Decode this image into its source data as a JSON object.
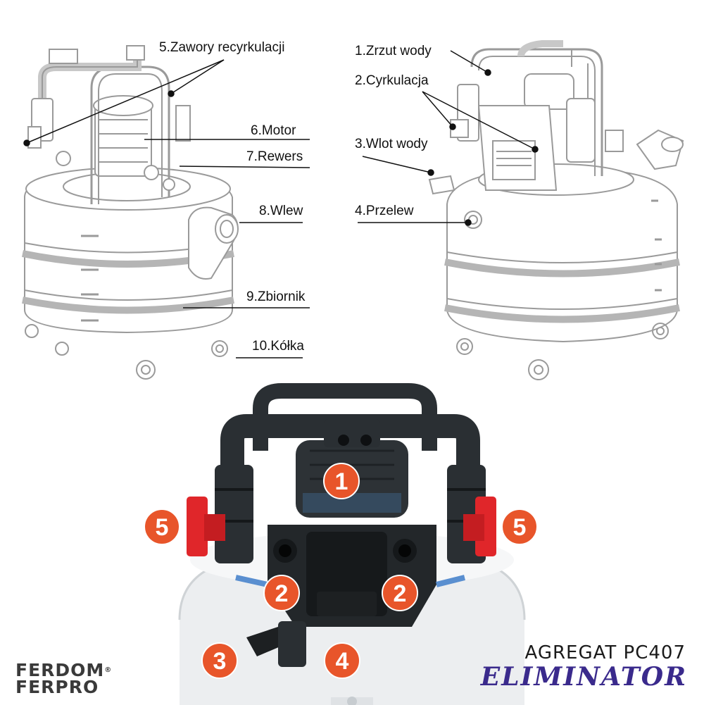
{
  "left_labels": [
    {
      "id": "recyrkulacja",
      "text": "5.Zawory recyrkulacji"
    },
    {
      "id": "motor",
      "text": "6.Motor"
    },
    {
      "id": "rewers",
      "text": "7.Rewers"
    },
    {
      "id": "wlew",
      "text": "8.Wlew"
    },
    {
      "id": "zbiornik",
      "text": "9.Zbiornik"
    },
    {
      "id": "kolka",
      "text": "10.Kółka"
    }
  ],
  "right_labels": [
    {
      "id": "zrzut",
      "text": "1.Zrzut wody"
    },
    {
      "id": "cyrkulacja",
      "text": "2.Cyrkulacja"
    },
    {
      "id": "wlot",
      "text": "3.Wlot wody"
    },
    {
      "id": "przelew",
      "text": "4.Przelew"
    }
  ],
  "photo_badges": [
    "1",
    "2",
    "2",
    "3",
    "4",
    "5",
    "5"
  ],
  "brand": {
    "line1": "FERDOM",
    "line2": "FERPRO",
    "reg": "®"
  },
  "product": {
    "model": "AGREGAT PC407",
    "name": "ELIMINATOR"
  },
  "colors": {
    "badge": "#e8552a",
    "accent": "#3a2a8c",
    "handle": "#2a2f33",
    "knob": "#e0262a",
    "line": "#9a9a9a"
  }
}
